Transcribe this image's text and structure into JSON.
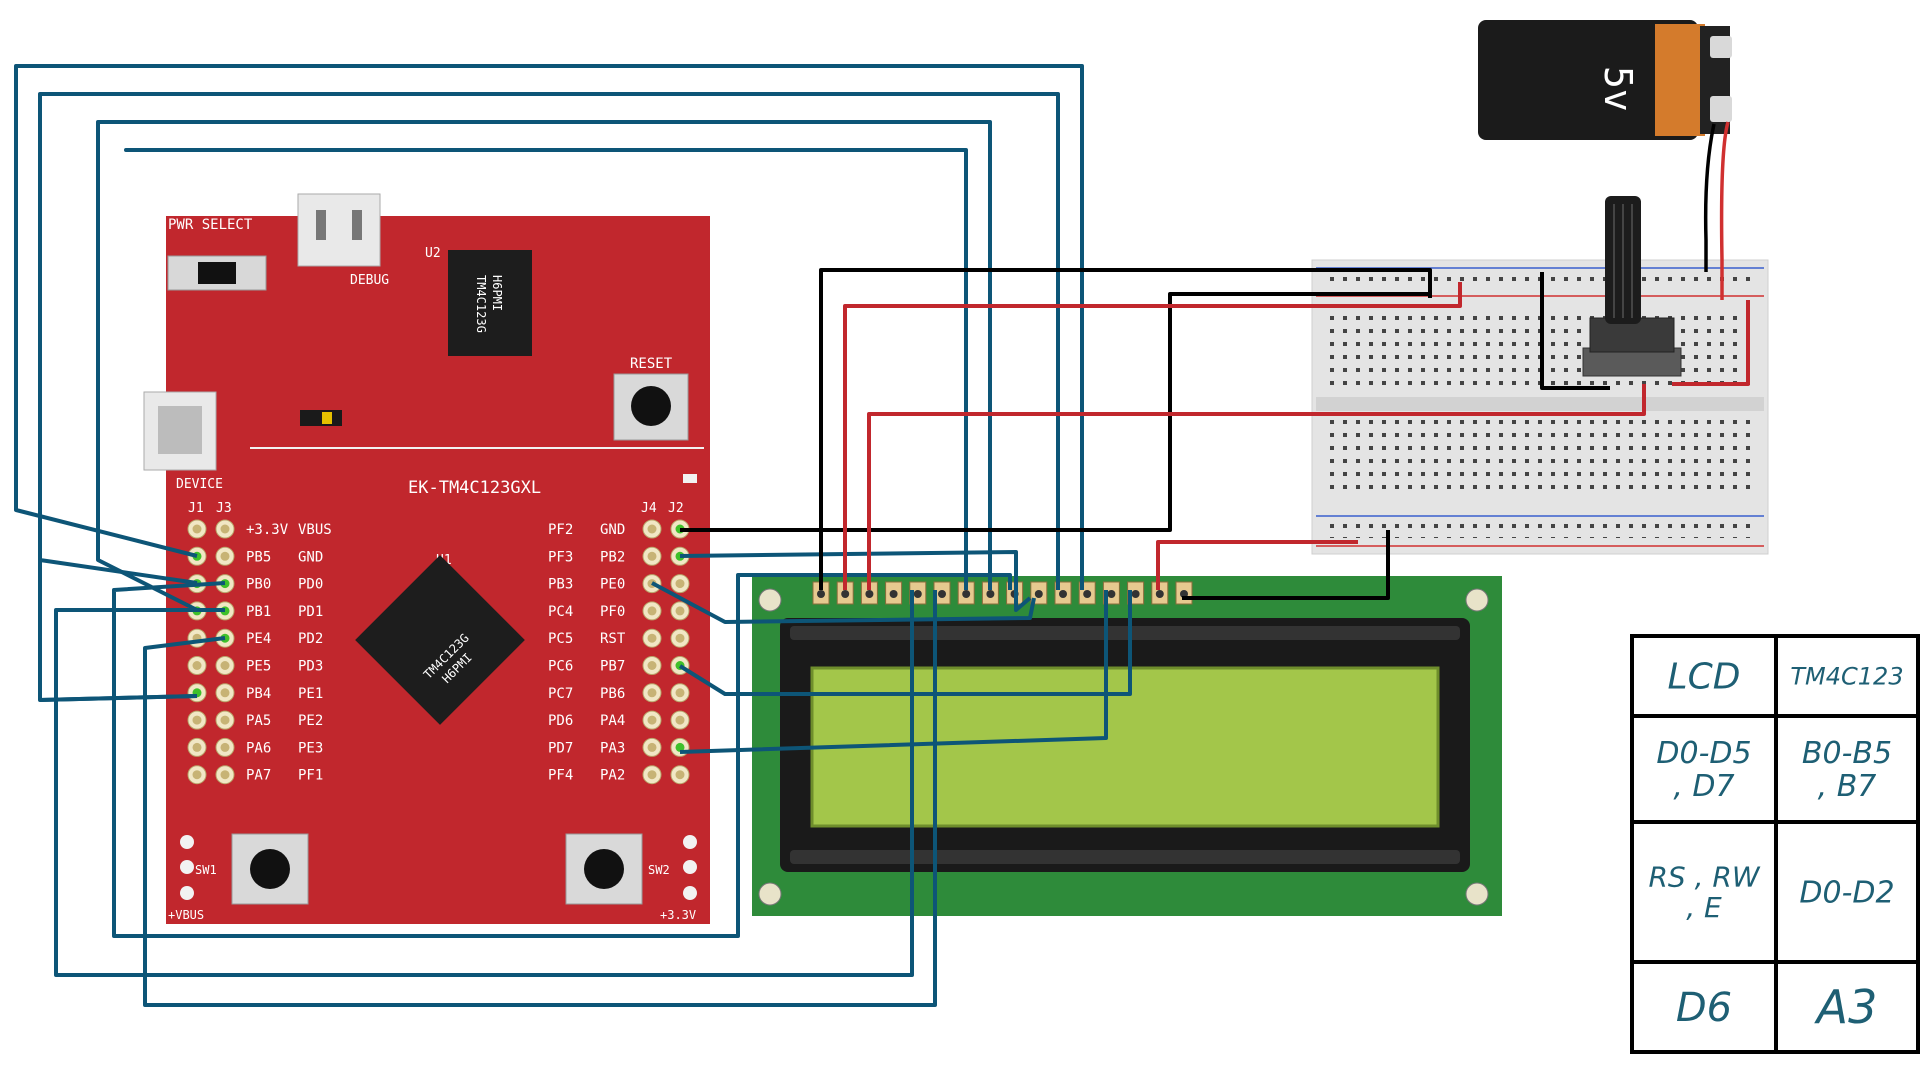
{
  "board": {
    "name": "EK-TM4C123GXL",
    "pwr_select": "PWR SELECT",
    "debug": "DEBUG",
    "device": "DEVICE",
    "reset": "RESET",
    "u2": "U2",
    "u1": "U1",
    "chip_u2_line1": "TM4C123G",
    "chip_u2_line2": "H6PMI",
    "chip_u1_line1": "TM4C123G",
    "chip_u1_line2": "H6PMI",
    "sw1": "SW1",
    "sw2": "SW2",
    "vbus": "+VBUS",
    "v33": "+3.3V",
    "j1": "J1",
    "j3": "J3",
    "j4": "J4",
    "j2": "J2",
    "left_labels": [
      [
        "+3.3V",
        "VBUS"
      ],
      [
        "PB5",
        "GND"
      ],
      [
        "PB0",
        "PD0"
      ],
      [
        "PB1",
        "PD1"
      ],
      [
        "PE4",
        "PD2"
      ],
      [
        "PE5",
        "PD3"
      ],
      [
        "PB4",
        "PE1"
      ],
      [
        "PA5",
        "PE2"
      ],
      [
        "PA6",
        "PE3"
      ],
      [
        "PA7",
        "PF1"
      ]
    ],
    "right_labels": [
      [
        "PF2",
        "GND"
      ],
      [
        "PF3",
        "PB2"
      ],
      [
        "PB3",
        "PE0"
      ],
      [
        "PC4",
        "PF0"
      ],
      [
        "PC5",
        "RST"
      ],
      [
        "PC6",
        "PB7"
      ],
      [
        "PC7",
        "PB6"
      ],
      [
        "PD6",
        "PA4"
      ],
      [
        "PD7",
        "PA3"
      ],
      [
        "PF4",
        "PA2"
      ]
    ]
  },
  "battery": {
    "label": "5v"
  },
  "table": {
    "rows": [
      [
        "LCD",
        "TM4C123"
      ],
      [
        "D0-D5\n, D7",
        "B0-B5\n, B7"
      ],
      [
        "RS , RW\n, E",
        "D0-D2"
      ],
      [
        "D6",
        "A3"
      ]
    ]
  },
  "colors": {
    "board": "#c1272d",
    "wire_blue": "#0d5577",
    "wire_black": "#000000",
    "wire_red": "#c1272d",
    "lcd_pcb": "#2e8b3a",
    "lcd_screen": "#a3c64a",
    "table_text": "#1e5f74"
  }
}
